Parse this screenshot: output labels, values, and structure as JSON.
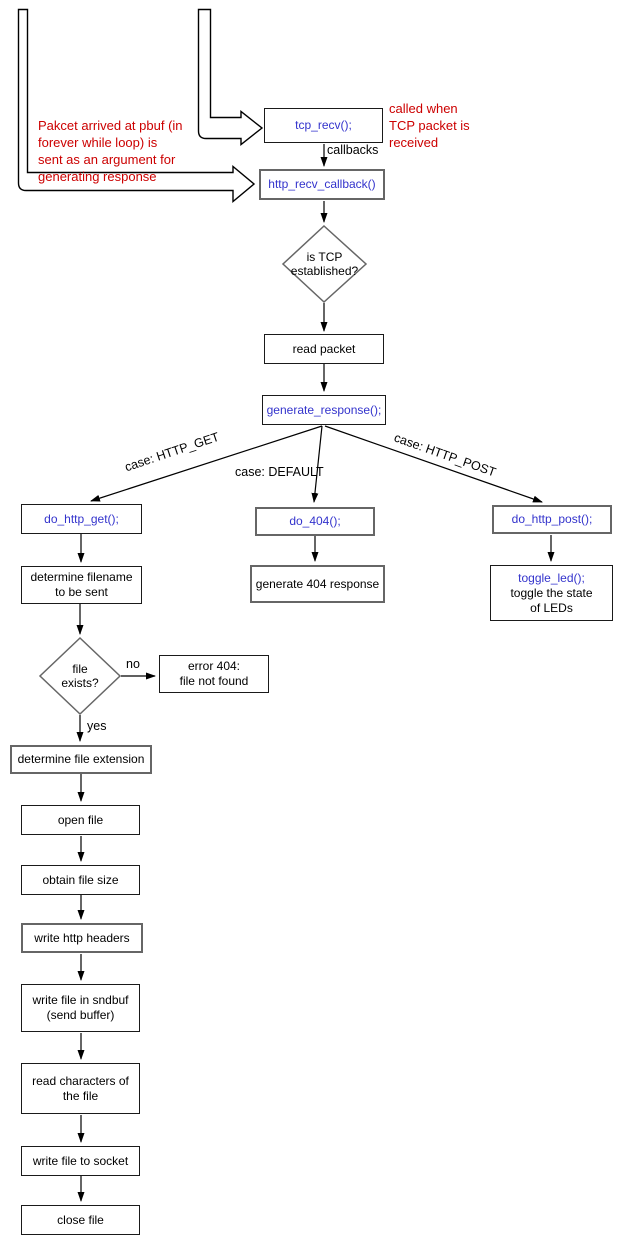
{
  "colors": {
    "function_text": "#3333cc",
    "annotation_text": "#cc0000",
    "box_border": "#1a1a1a",
    "gray_border": "#666666",
    "connector": "#000000",
    "background": "#ffffff"
  },
  "annotations": {
    "left_note": "Pakcet arrived at pbuf (in\nforever while loop) is\nsent as an argument for\ngenerating response",
    "tcp_recv_note": "called when\nTCP packet is\nreceived"
  },
  "nodes": {
    "tcp_recv": {
      "label": "tcp_recv();"
    },
    "http_recv_callback": {
      "label": "http_recv_callback()"
    },
    "is_tcp_established": {
      "label": "is TCP\nestablished?"
    },
    "read_packet": {
      "label": "read packet"
    },
    "generate_response": {
      "label": "generate_response();"
    },
    "do_http_get": {
      "label": "do_http_get();"
    },
    "do_404": {
      "label": "do_404();"
    },
    "do_http_post": {
      "label": "do_http_post();"
    },
    "determine_filename": {
      "label": "determine filename\nto be sent"
    },
    "generate_404_response": {
      "label": "generate 404 response"
    },
    "toggle_led": {
      "title": "toggle_led();",
      "subtitle": "toggle the state\nof LEDs"
    },
    "file_exists": {
      "label": "file\nexists?"
    },
    "error_404": {
      "label": "error 404:\nfile not found"
    },
    "determine_file_extension": {
      "label": "determine file extension"
    },
    "open_file": {
      "label": "open file"
    },
    "obtain_file_size": {
      "label": "obtain file size"
    },
    "write_http_headers": {
      "label": "write http  headers"
    },
    "write_file_sndbuf": {
      "label": "write file in sndbuf\n(send buffer)"
    },
    "read_characters": {
      "label": "read characters of\nthe file"
    },
    "write_file_socket": {
      "label": "write file to socket"
    },
    "close_file": {
      "label": "close file"
    }
  },
  "edge_labels": {
    "callbacks": "callbacks",
    "case_get": "case: HTTP_GET",
    "case_default": "case: DEFAULT",
    "case_post": "case: HTTP_POST",
    "no": "no",
    "yes": "yes"
  }
}
